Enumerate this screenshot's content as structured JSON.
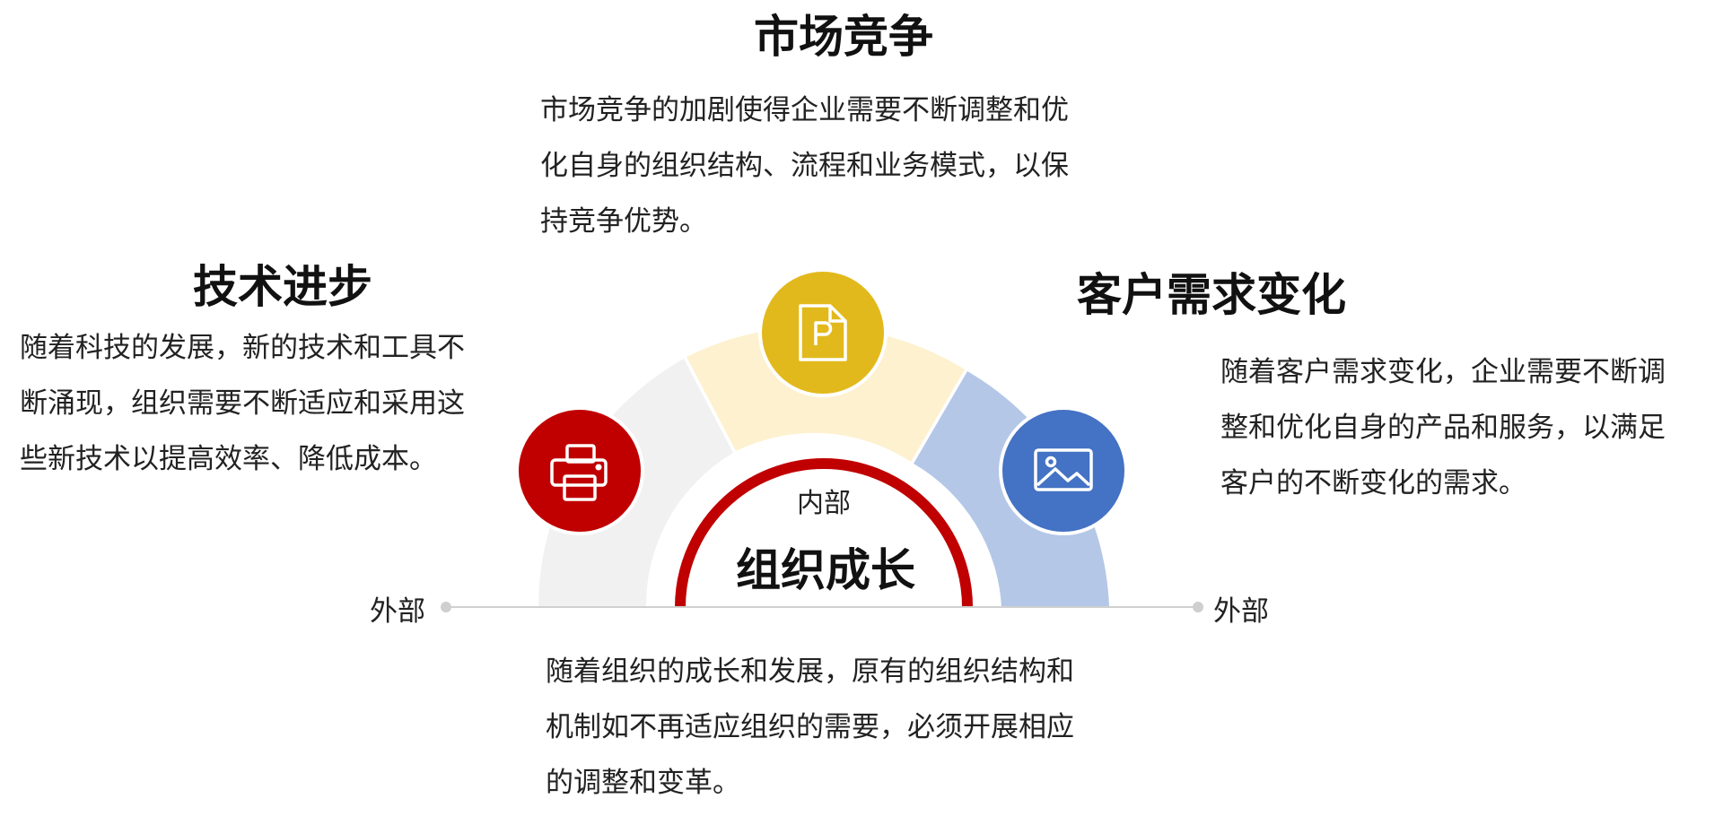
{
  "top": {
    "title": "市场竞争",
    "desc_lines": [
      "市场竞争的加剧使得企业需要不断调整和优",
      "化自身的组织结构、流程和业务模式，以保",
      "持竞争优势。"
    ]
  },
  "left": {
    "title": "技术进步",
    "desc_lines": [
      "随着科技的发展，新的技术和工具不",
      "断涌现，组织需要不断适应和采用这",
      "些新技术以提高效率、降低成本。"
    ]
  },
  "right": {
    "title": "客户需求变化",
    "desc_lines": [
      "随着客户需求变化，企业需要不断调",
      "整和优化自身的产品和服务，以满足",
      "客户的不断变化的需求。"
    ]
  },
  "bottom": {
    "desc_lines": [
      "随着组织的成长和发展，原有的组织结构和",
      "机制如不再适应组织的需要，必须开展相应",
      "的调整和变革。"
    ]
  },
  "center": {
    "inner_label": "内部",
    "title": "组织成长"
  },
  "axis": {
    "left_label": "外部",
    "right_label": "外部"
  },
  "icons": {
    "left": "printer-icon",
    "top": "document-p-icon",
    "right": "image-icon"
  },
  "colors": {
    "segment_left": "#f1f1f1",
    "segment_top": "#fdf1cf",
    "segment_right": "#b4c7e7",
    "circle_left": "#c00000",
    "circle_top": "#e2b91c",
    "circle_right": "#4472c4",
    "inner_arc": "#c00000"
  }
}
